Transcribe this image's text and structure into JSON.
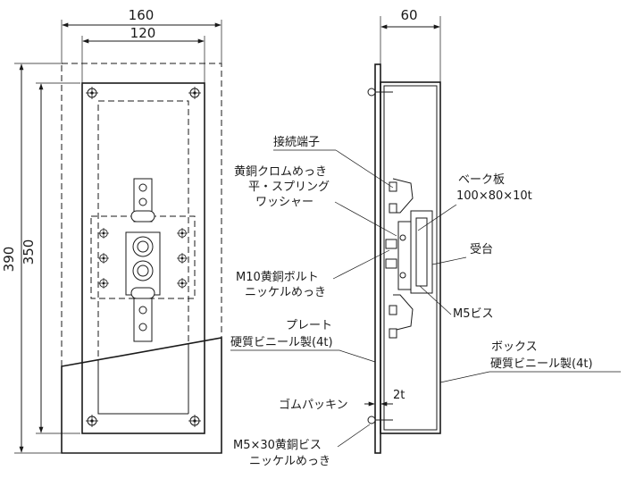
{
  "front_view": {
    "dim_width_outer": "160",
    "dim_width_inner": "120",
    "dim_height_outer": "390",
    "dim_height_inner": "350"
  },
  "side_view": {
    "dim_depth": "60",
    "dim_gasket": "2t"
  },
  "labels": {
    "terminal": "接続端子",
    "washer_line1": "黄銅クロムめっき",
    "washer_line2": "平・スプリング",
    "washer_line3": "ワッシャー",
    "bakelite_line1": "ベーク板",
    "bakelite_line2": "100×80×10t",
    "receiver": "受台",
    "bolt_line1": "M10黄銅ボルト",
    "bolt_line2": "ニッケルめっき",
    "m5_screw": "M5ビス",
    "plate_line1": "プレート",
    "plate_line2": "硬質ビニール製(4t)",
    "box_line1": "ボックス",
    "box_line2": "硬質ビニール製(4t)",
    "gasket": "ゴムパッキン",
    "screw_line1": "M5×30黄銅ビス",
    "screw_line2": "ニッケルめっき"
  }
}
